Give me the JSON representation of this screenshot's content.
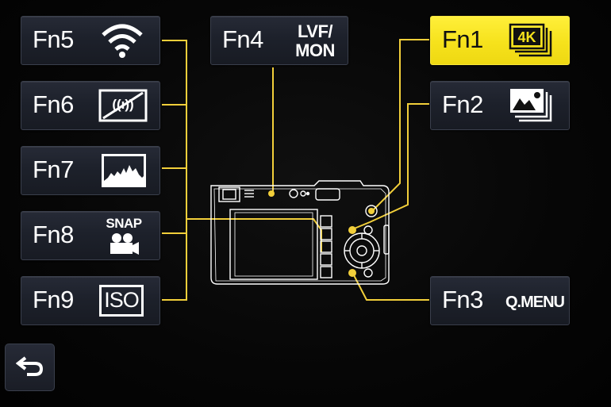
{
  "colors": {
    "button_bg": "#1d212b",
    "button_border": "#3a3f4c",
    "active_bg": "#f6e21c",
    "line_color": "#f2cf3a",
    "diagram_color": "#ffffff"
  },
  "buttons": {
    "fn1": {
      "label": "Fn1",
      "icon": "4k-burst-icon",
      "icon_text": "4K",
      "active": true
    },
    "fn2": {
      "label": "Fn2",
      "icon": "post-focus-icon"
    },
    "fn3": {
      "label": "Fn3",
      "icon_text": "Q.MENU"
    },
    "fn4": {
      "label": "Fn4",
      "icon_text_line1": "LVF/",
      "icon_text_line2": "MON"
    },
    "fn5": {
      "label": "Fn5",
      "icon": "wifi-icon"
    },
    "fn6": {
      "label": "Fn6",
      "icon": "wireless-off-icon",
      "icon_text": "((ı))"
    },
    "fn7": {
      "label": "Fn7",
      "icon": "histogram-icon"
    },
    "fn8": {
      "label": "Fn8",
      "icon": "snap-movie-icon",
      "icon_text": "SNAP"
    },
    "fn9": {
      "label": "Fn9",
      "icon": "iso-icon",
      "icon_text": "ISO"
    }
  },
  "back": {
    "icon": "return-icon"
  }
}
